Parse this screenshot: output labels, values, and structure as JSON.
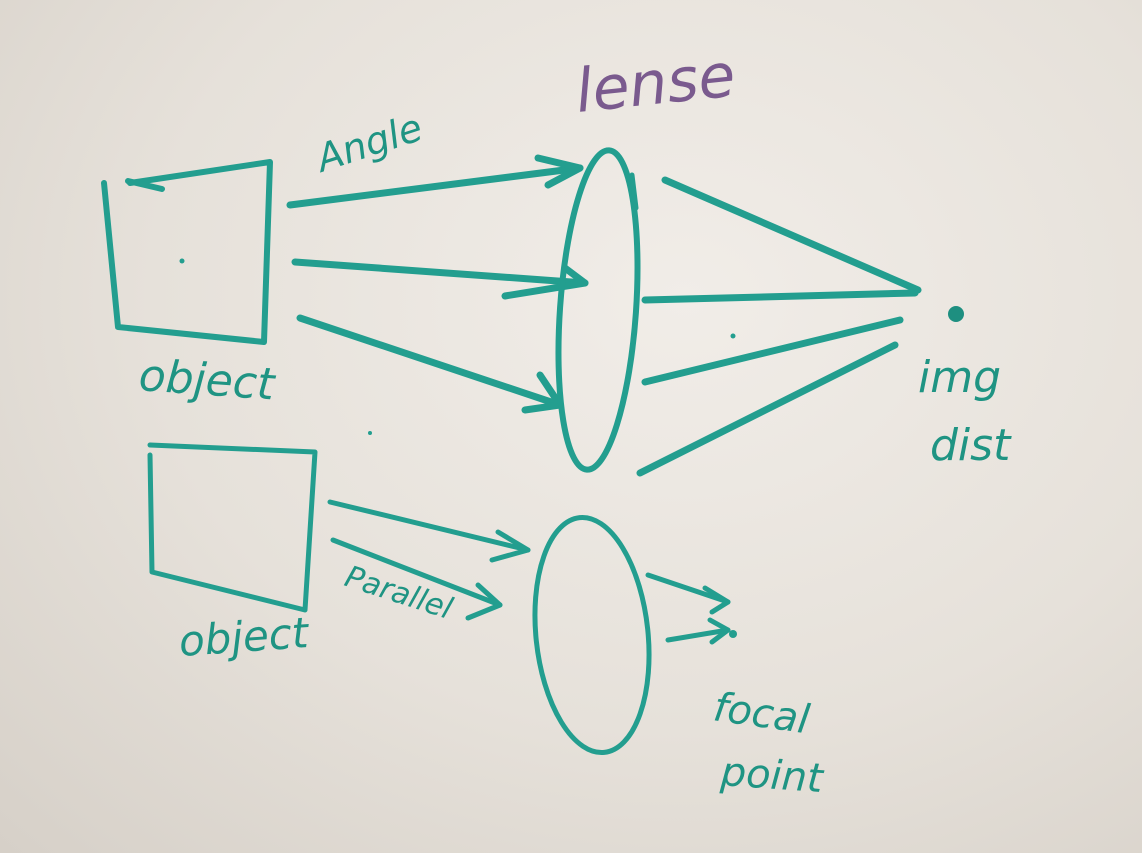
{
  "labels": {
    "lens": "lense",
    "angle": "Angle",
    "object_top": "object",
    "object_bottom": "object",
    "parallel": "Parallel",
    "img_line1": "img",
    "img_line2": "dist",
    "focal_line1": "focal",
    "focal_line2": "point"
  },
  "colors": {
    "marker_teal": "#239e8f",
    "marker_purple": "#7a5a8e",
    "whiteboard": "#ece8e2"
  }
}
